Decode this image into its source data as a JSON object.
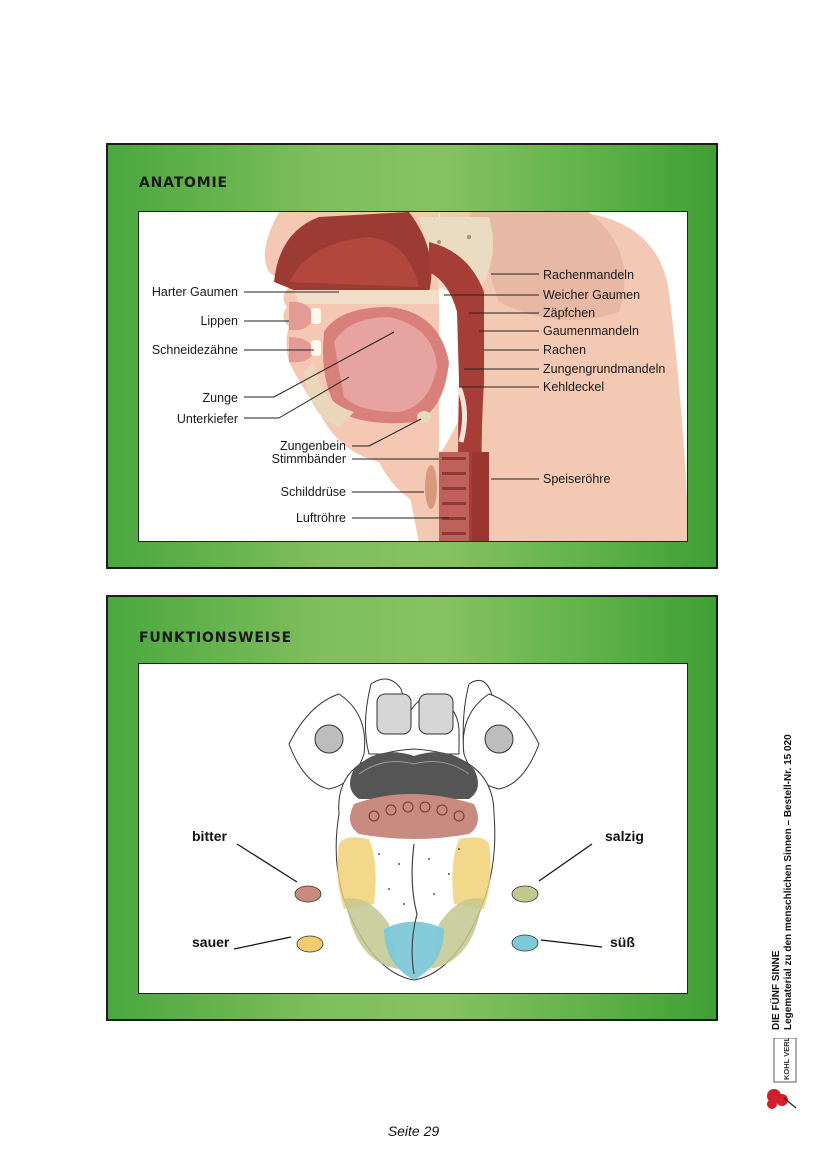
{
  "anatomy": {
    "title": "ANATOMIE",
    "labels_left": [
      "Harter Gaumen",
      "Lippen",
      "Schneidezähne",
      "Zunge",
      "Unterkiefer",
      "Zungenbein",
      "Stimmbänder",
      "Schilddrüse",
      "Luftröhre"
    ],
    "labels_right": [
      "Rachenmandeln",
      "Weicher Gaumen",
      "Zäpfchen",
      "Gaumenmandeln",
      "Rachen",
      "Zungengrundmandeln",
      "Kehldeckel",
      "Speiseröhre"
    ]
  },
  "function": {
    "title": "FUNKTIONSWEISE",
    "tastes": [
      {
        "label": "bitter",
        "color": "#c98a80"
      },
      {
        "label": "salzig",
        "color": "#c3c88f"
      },
      {
        "label": "sauer",
        "color": "#f0cd6e"
      },
      {
        "label": "süß",
        "color": "#7ec8d8"
      }
    ]
  },
  "footer": {
    "page": "Seite 29"
  },
  "sidebar": {
    "line1": "DIE FÜNF SINNE",
    "line2": "Legematerial zu den menschlichen Sinnen  –  Bestell-Nr. 15 020",
    "publisher": "KOHL VERLAG"
  }
}
